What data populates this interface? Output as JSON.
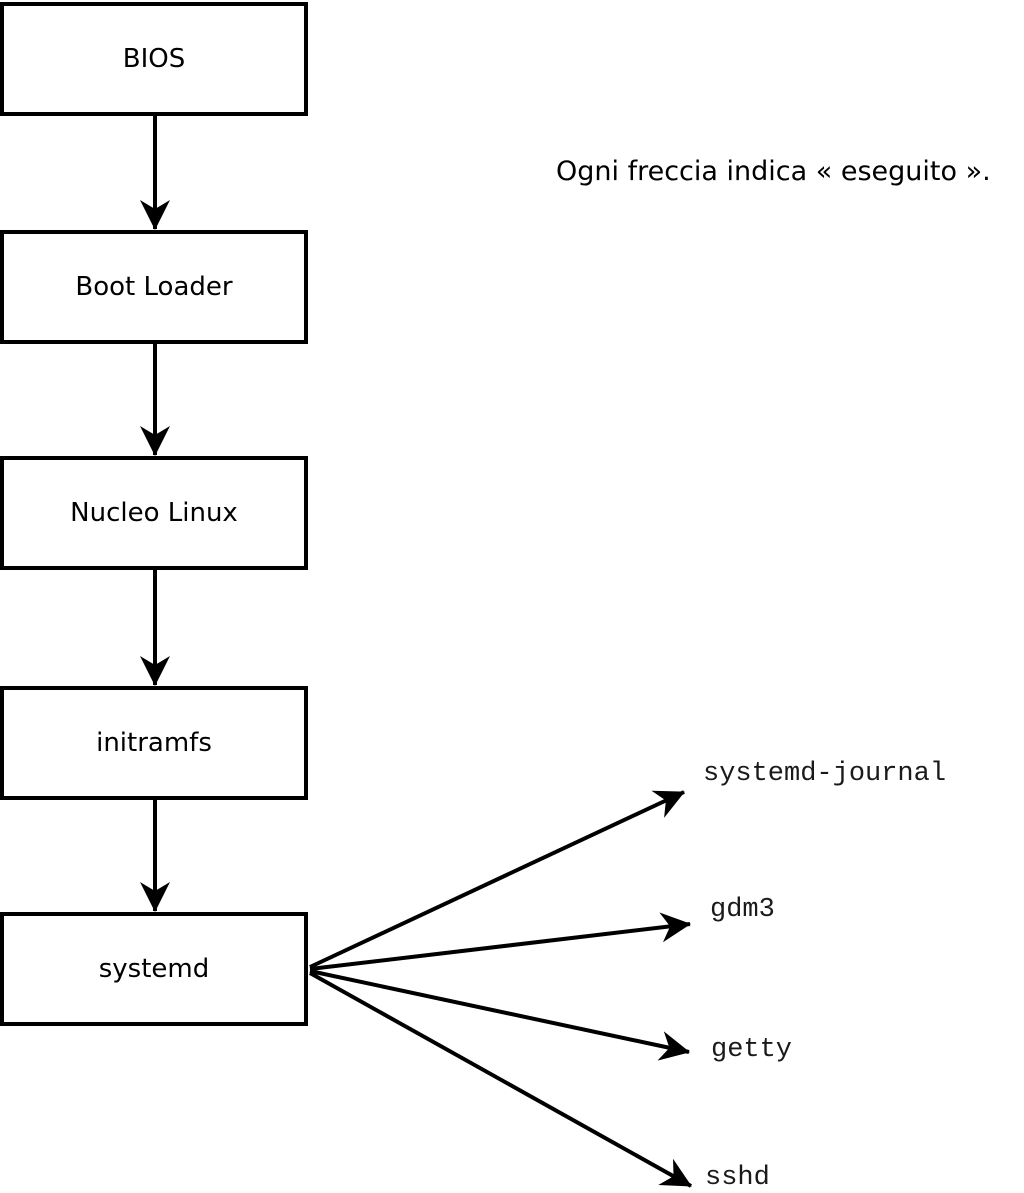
{
  "diagram": {
    "caption": "Ogni freccia indica « eseguito ».",
    "boxes": [
      {
        "id": "bios",
        "label": "BIOS"
      },
      {
        "id": "bootloader",
        "label": "Boot Loader"
      },
      {
        "id": "kernel",
        "label": "Nucleo Linux"
      },
      {
        "id": "initramfs",
        "label": "initramfs"
      },
      {
        "id": "systemd",
        "label": "systemd"
      }
    ],
    "services": [
      {
        "id": "systemd-journal",
        "label": "systemd-journal"
      },
      {
        "id": "gdm3",
        "label": "gdm3"
      },
      {
        "id": "getty",
        "label": "getty"
      },
      {
        "id": "sshd",
        "label": "sshd"
      }
    ],
    "edges": [
      {
        "from": "BIOS",
        "to": "Boot Loader"
      },
      {
        "from": "Boot Loader",
        "to": "Nucleo Linux"
      },
      {
        "from": "Nucleo Linux",
        "to": "initramfs"
      },
      {
        "from": "initramfs",
        "to": "systemd"
      },
      {
        "from": "systemd",
        "to": "systemd-journal"
      },
      {
        "from": "systemd",
        "to": "gdm3"
      },
      {
        "from": "systemd",
        "to": "getty"
      },
      {
        "from": "systemd",
        "to": "sshd"
      }
    ],
    "colors": {
      "background": "#ffffff",
      "line": "#000000",
      "box_border": "#000000",
      "box_fill": "#ffffff",
      "text": "#000000"
    }
  }
}
